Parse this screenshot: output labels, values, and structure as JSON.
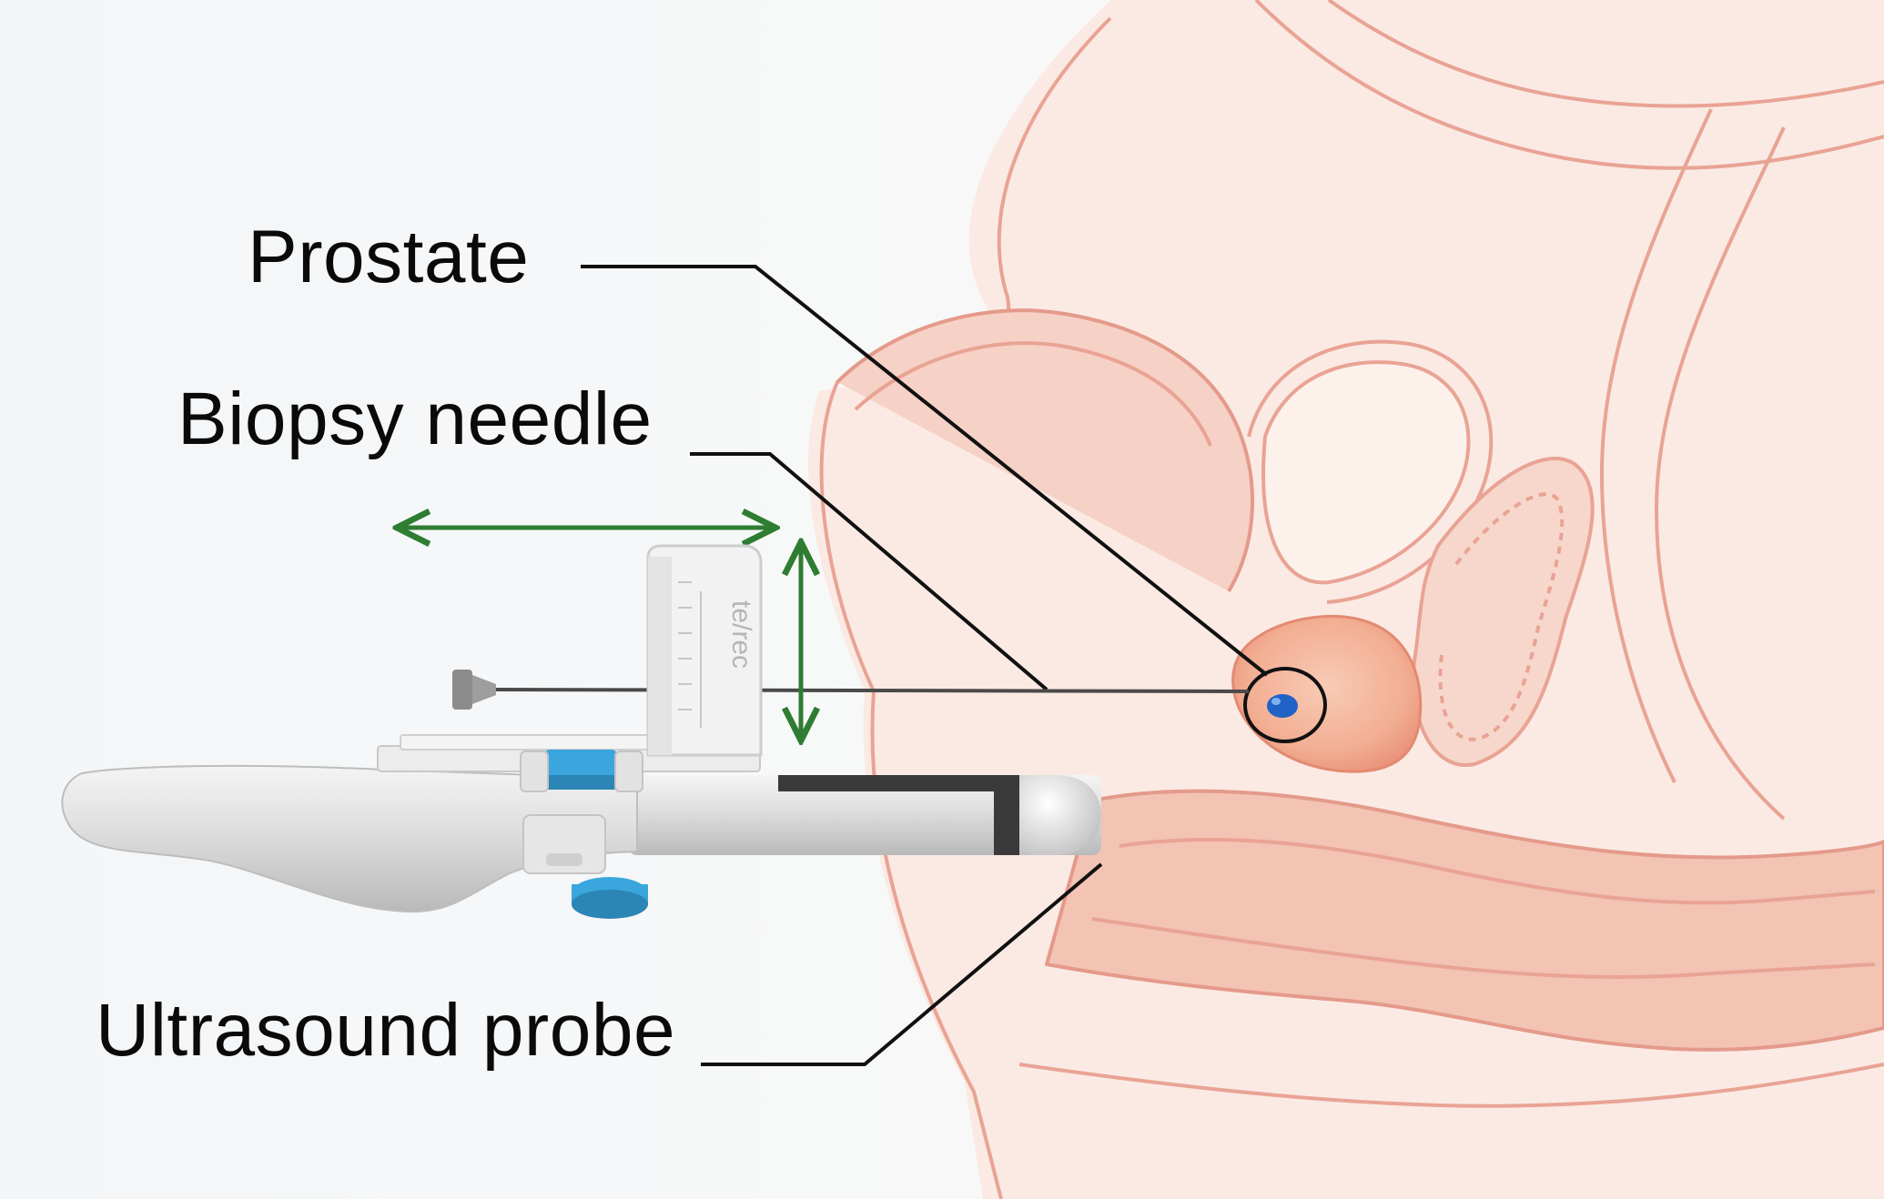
{
  "labels": {
    "prostate": "Prostate",
    "biopsy_needle": "Biopsy needle",
    "ultrasound_probe": "Ultrasound probe"
  },
  "device": {
    "brand_mark": "te/rec"
  },
  "colors": {
    "anatomy_outline": "#e9a394",
    "anatomy_fill": "#f8ddd4",
    "anatomy_light": "#fbeae4",
    "prostate": "#f0a98d",
    "target_lesion": "#1f63c7",
    "arrows": "#2e7d32",
    "leader_lines": "#111111",
    "device_body": "#dcdcdc",
    "device_accent": "#3aa6dd"
  }
}
